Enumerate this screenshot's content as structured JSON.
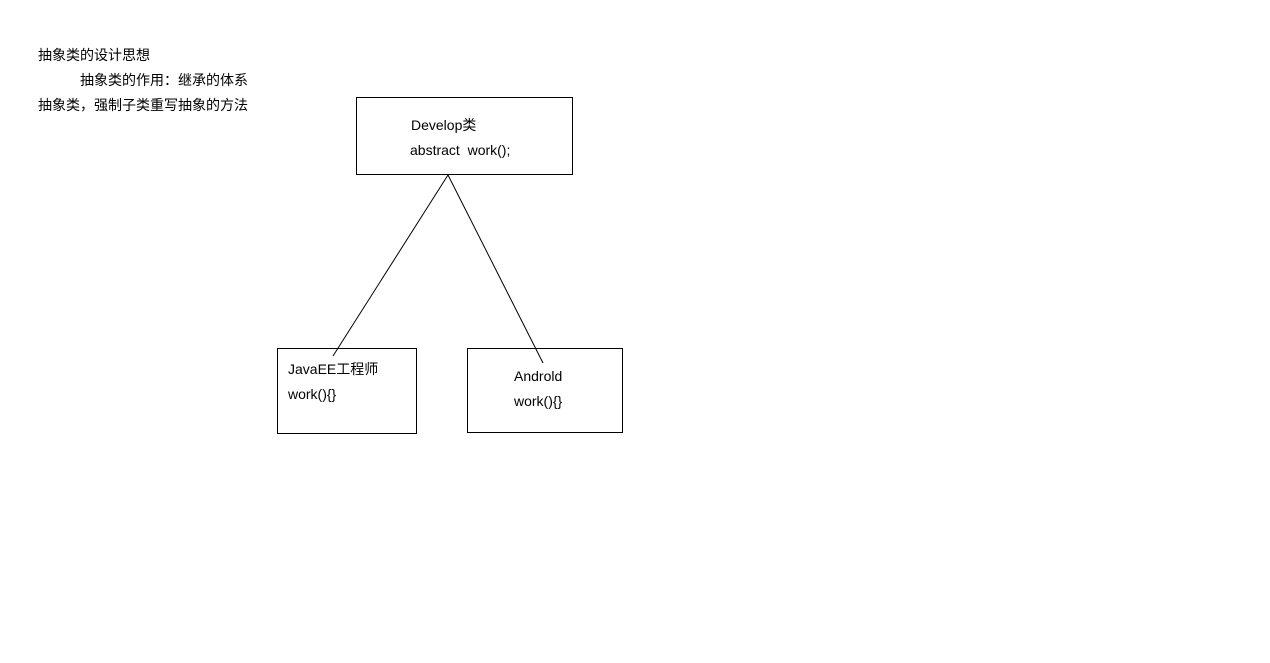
{
  "notes": {
    "line1": "抽象类的设计思想",
    "line2": "抽象类的作用：继承的体系",
    "line3": "抽象类，强制子类重写抽象的方法"
  },
  "diagram": {
    "parent_class": {
      "title": "Develop类",
      "method": "abstract  work();"
    },
    "subclass_left": {
      "title": "JavaEE工程师",
      "method": "work(){}"
    },
    "subclass_right": {
      "title": "Androld",
      "method": "work(){}"
    }
  },
  "colors": {
    "background": "#ffffff",
    "stroke": "#000000",
    "text": "#000000"
  }
}
